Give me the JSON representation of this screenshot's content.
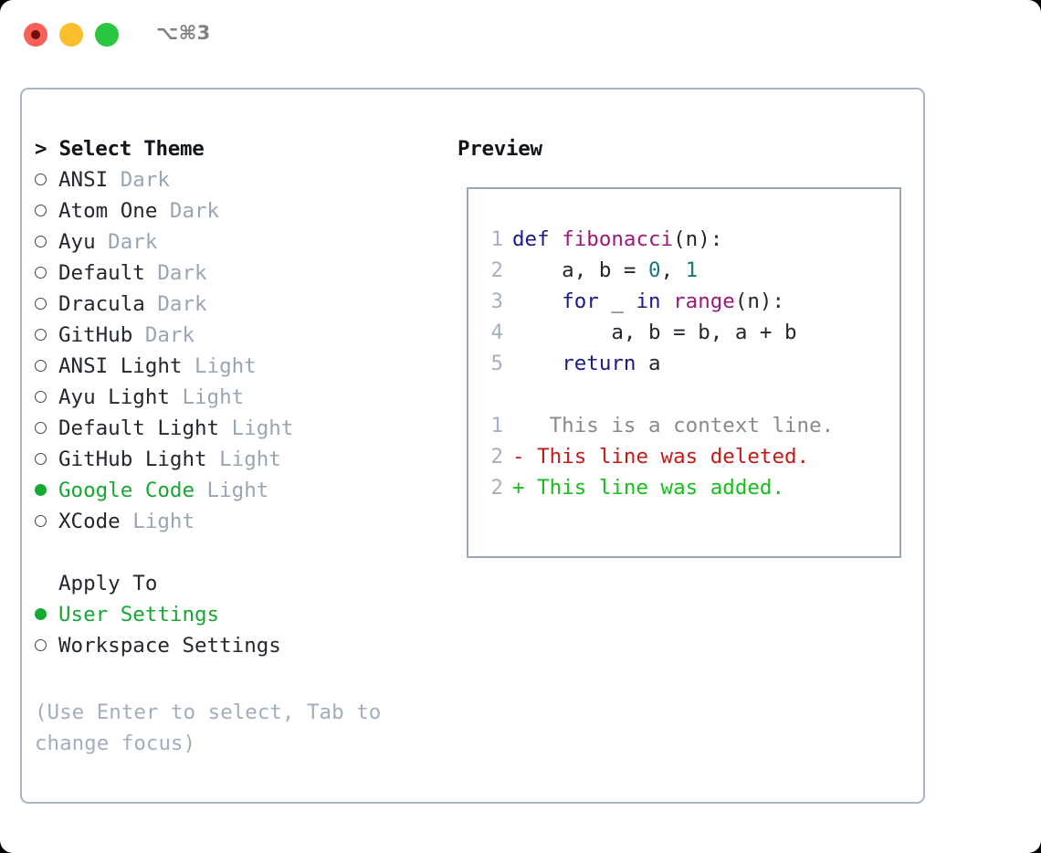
{
  "window": {
    "shortcut_label": "⌥⌘3",
    "traffic_lights": [
      {
        "name": "close",
        "color": "#fb6058"
      },
      {
        "name": "minimize",
        "color": "#fbbf2d"
      },
      {
        "name": "zoom",
        "color": "#29c63f"
      }
    ]
  },
  "theme_picker": {
    "heading": "> Select Theme",
    "items": [
      {
        "marker": "○",
        "name": "ANSI",
        "variant": "Dark",
        "selected": false
      },
      {
        "marker": "○",
        "name": "Atom One",
        "variant": "Dark",
        "selected": false
      },
      {
        "marker": "○",
        "name": "Ayu",
        "variant": "Dark",
        "selected": false
      },
      {
        "marker": "○",
        "name": "Default",
        "variant": "Dark",
        "selected": false
      },
      {
        "marker": "○",
        "name": "Dracula",
        "variant": "Dark",
        "selected": false
      },
      {
        "marker": "○",
        "name": "GitHub",
        "variant": "Dark",
        "selected": false
      },
      {
        "marker": "○",
        "name": "ANSI Light",
        "variant": "Light",
        "selected": false
      },
      {
        "marker": "○",
        "name": "Ayu Light",
        "variant": "Light",
        "selected": false
      },
      {
        "marker": "○",
        "name": "Default Light",
        "variant": "Light",
        "selected": false
      },
      {
        "marker": "○",
        "name": "GitHub Light",
        "variant": "Light",
        "selected": false
      },
      {
        "marker": "●",
        "name": "Google Code",
        "variant": "Light",
        "selected": true
      },
      {
        "marker": "○",
        "name": "XCode",
        "variant": "Light",
        "selected": false
      }
    ]
  },
  "apply_to": {
    "heading": "Apply To",
    "options": [
      {
        "name": "User Settings",
        "selected": true
      },
      {
        "name": "Workspace Settings",
        "selected": false
      }
    ]
  },
  "hint": "(Use Enter to select, Tab to change focus)",
  "preview": {
    "label": "Preview",
    "code_lines": [
      {
        "no": "1",
        "tokens": [
          {
            "t": "def",
            "c": "kw"
          },
          {
            "t": " ",
            "c": "pl"
          },
          {
            "t": "fibonacci",
            "c": "fn"
          },
          {
            "t": "(n):",
            "c": "pl"
          }
        ]
      },
      {
        "no": "2",
        "tokens": [
          {
            "t": "    a, b = ",
            "c": "pl"
          },
          {
            "t": "0",
            "c": "num"
          },
          {
            "t": ", ",
            "c": "pl"
          },
          {
            "t": "1",
            "c": "num"
          }
        ]
      },
      {
        "no": "3",
        "tokens": [
          {
            "t": "    ",
            "c": "pl"
          },
          {
            "t": "for",
            "c": "kw"
          },
          {
            "t": " _ ",
            "c": "pl"
          },
          {
            "t": "in",
            "c": "kw"
          },
          {
            "t": " ",
            "c": "pl"
          },
          {
            "t": "range",
            "c": "fn"
          },
          {
            "t": "(n):",
            "c": "pl"
          }
        ]
      },
      {
        "no": "4",
        "tokens": [
          {
            "t": "        a, b = b, a + b",
            "c": "pl"
          }
        ]
      },
      {
        "no": "5",
        "tokens": [
          {
            "t": "    ",
            "c": "pl"
          },
          {
            "t": "return",
            "c": "kw"
          },
          {
            "t": " a",
            "c": "pl"
          }
        ]
      }
    ],
    "diff_lines": [
      {
        "no": "1",
        "sign": " ",
        "text": "  This is a context line.",
        "kind": "ctx"
      },
      {
        "no": "2",
        "sign": "-",
        "text": " This line was deleted.",
        "kind": "del"
      },
      {
        "no": "2",
        "sign": "+",
        "text": " This line was added.",
        "kind": "add"
      }
    ]
  },
  "colors": {
    "selected_green": "#15a832",
    "muted_variant": "#9aa5b4",
    "hint_gray": "#a3aebd",
    "line_number": "#a6b0c0",
    "keyword": "#1a1a8c",
    "function": "#9c1a7a",
    "number": "#0f7b7b",
    "diff_deleted": "#c41a18",
    "diff_added": "#16bf1b",
    "panel_border": "#a9b4c2",
    "code_border": "#9aa7b8"
  }
}
